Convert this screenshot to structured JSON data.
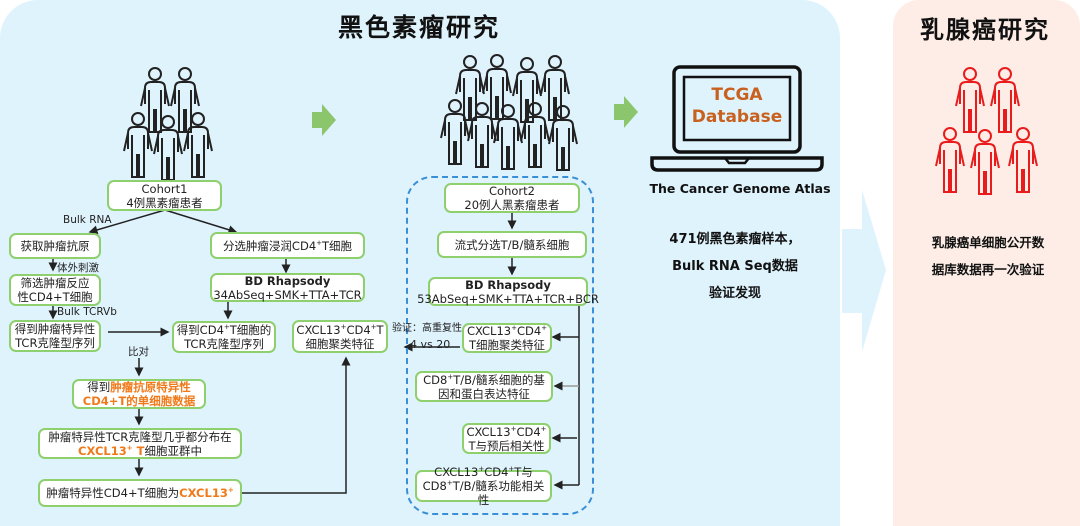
{
  "melanoma_panel": {
    "title": "黑色素瘤研究",
    "cohort1": {
      "name": "Cohort1",
      "desc": "4例黑素瘤患者"
    },
    "left_branch": {
      "edge_label_bulk_rna": "Bulk RNA",
      "get_antigen": "获取肿瘤抗原",
      "edge_label_stim": "体外刺激",
      "screen_line1": "筛选肿瘤反应",
      "screen_line2": "性CD4+T细胞",
      "edge_label_tcrvb": "Bulk TCRVb",
      "tcr_line1": "得到肿瘤特异性",
      "tcr_line2": "TCR克隆型序列",
      "edge_label_compare": "比对",
      "single_cell_prefix": "得到",
      "single_cell_highlight1": "肿瘤抗原特异性",
      "single_cell_highlight2": "CD4+T的单细胞数据",
      "distribution_line1": "肿瘤特异性TCR克隆型几乎都分布在",
      "distribution_highlight": "CXCL13",
      "distribution_highlight_sup": "+",
      "distribution_highlight_t": " T",
      "distribution_suffix": "细胞亚群中",
      "conclusion_prefix": "肿瘤特异性CD4+T细胞为",
      "conclusion_highlight": "CXCL13",
      "conclusion_sup": "+"
    },
    "right_branch": {
      "sort_prefix": "分选肿瘤浸润CD4",
      "sort_sup": "+",
      "sort_suffix": "T细胞",
      "bd_title": "BD Rhapsody",
      "bd_detail": "34AbSeq+SMK+TTA+TCR",
      "cd4_tcr_line1_prefix": "得到CD4",
      "cd4_tcr_sup": "+",
      "cd4_tcr_line1_suffix": "T细胞的",
      "cd4_tcr_line2": "TCR克隆型序列"
    },
    "cluster_box": {
      "line1_a": "CXCL13",
      "sup1": "+",
      "line1_b": "CD4",
      "sup2": "+",
      "line1_c": "T",
      "line2": "细胞聚类特征"
    },
    "validation_label": {
      "line1": "验证：高重复性",
      "line2": "4 vs 20"
    },
    "cohort2": {
      "name": "Cohort2",
      "desc": "20例人黑素瘤患者",
      "flow_sort": "流式分选T/B/髓系细胞",
      "bd_title": "BD Rhapsody",
      "bd_detail": "53AbSeq+SMK+TTA+TCR+BCR",
      "cluster_a": "CXCL13",
      "cluster_b": "CD4",
      "cluster_line2": "T细胞聚类特征",
      "expr_line1_a": "CD8",
      "expr_line1_b": "T/B/髓系细胞的基",
      "expr_line2": "因和蛋白表达特征",
      "prog_a": "CXCL13",
      "prog_b": "CD4",
      "prog_line2": "T与预后相关性",
      "func_line1_a": "CXCL13",
      "func_line1_b": "CD4",
      "func_line1_c": "T与",
      "func_line2_a": "CD8",
      "func_line2_b": "T/B/髓系功能相关性",
      "sup": "+"
    },
    "tcga": {
      "screen_line1": "TCGA",
      "screen_line2": "Database",
      "caption": "The Cancer Genome Atlas",
      "finding_line1": "471例黑色素瘤样本，",
      "finding_line2": "Bulk RNA Seq数据",
      "finding_line3": "验证发现"
    }
  },
  "breast_panel": {
    "title": "乳腺癌研究",
    "desc_line1": "乳腺癌单细胞公开数",
    "desc_line2": "据库数据再一次验证"
  },
  "icons": {
    "cohort1_people": "people-group-icon",
    "cohort2_people": "people-group-icon",
    "tcga_laptop": "laptop-icon",
    "breast_people": "people-group-icon",
    "step_arrows": "right-arrow-icon"
  },
  "colors": {
    "main_panel_bg": "#dff3fd",
    "breast_panel_bg": "#fdede6",
    "box_border": "#8ecf6e",
    "highlight": "#f07a1a",
    "tcga_text": "#c8601e",
    "green_arrow": "#8cc66c",
    "breast_icon": "#e81c1c",
    "dashed_border": "#3a8fd6"
  }
}
